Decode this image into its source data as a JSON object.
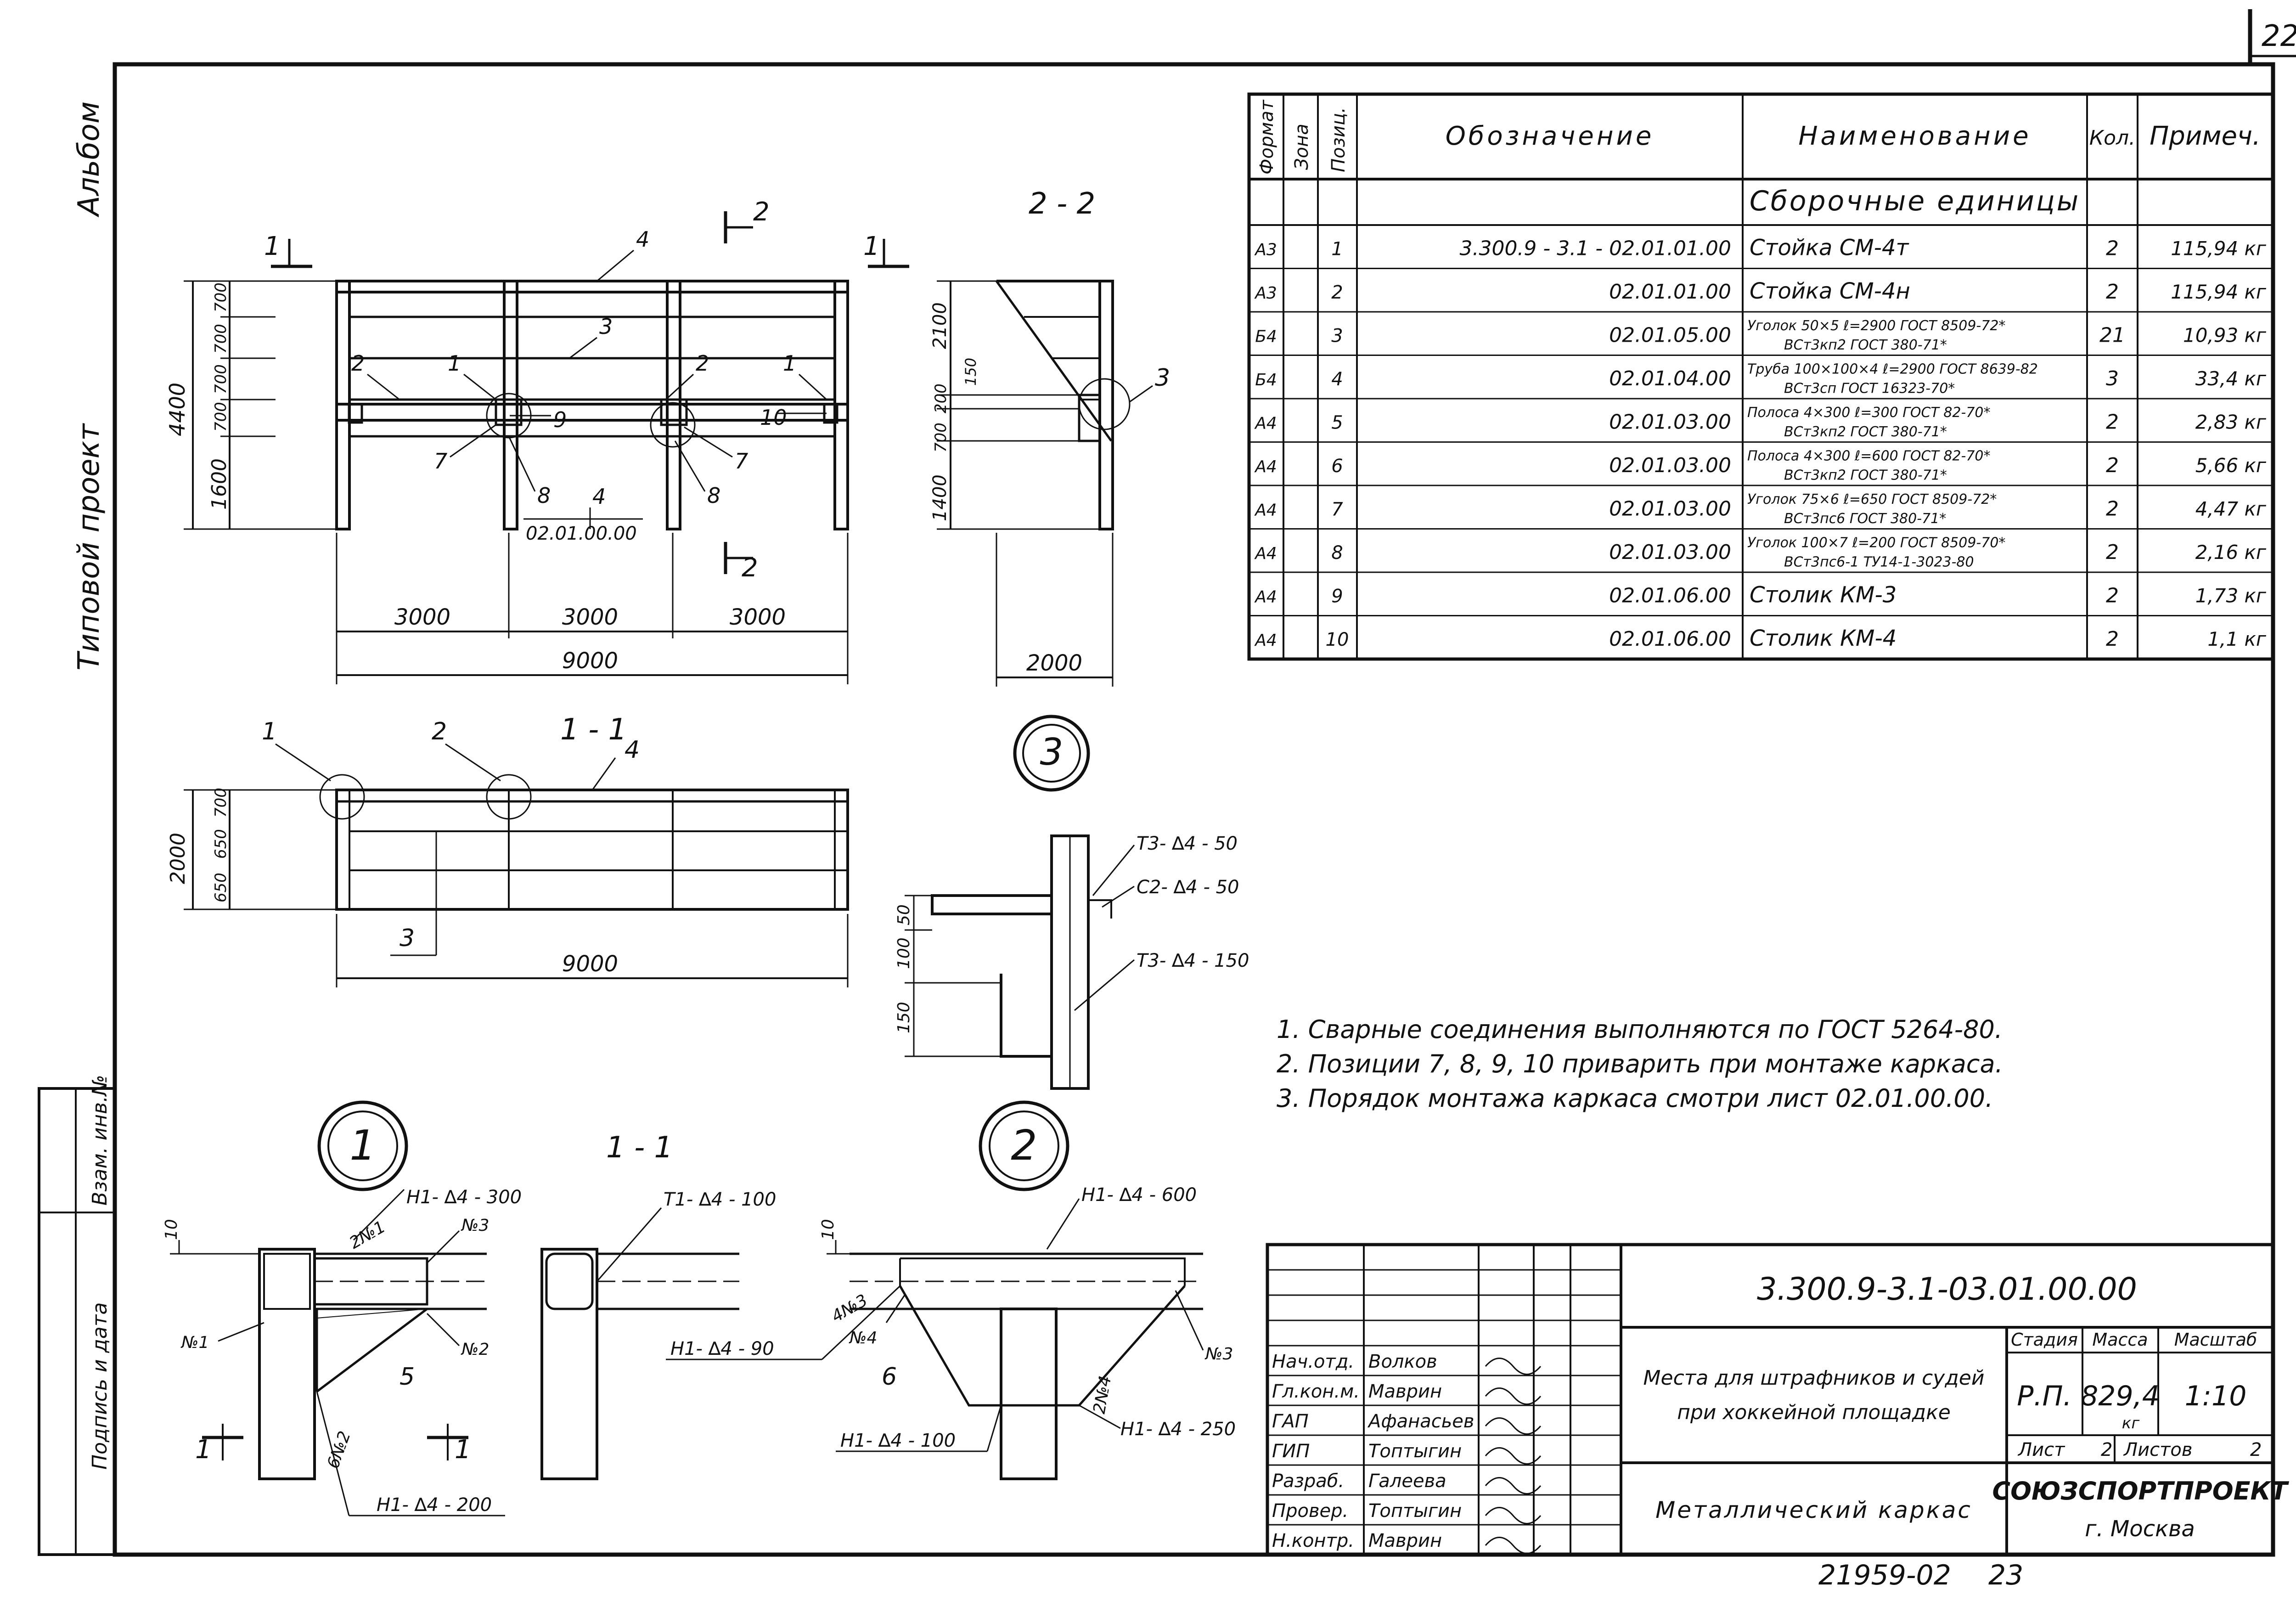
{
  "sheet": {
    "page_number": "22",
    "side_labels": [
      "Альбом",
      "Типовой проект"
    ],
    "stamp_labels": [
      "Взам. инв.№",
      "Подпись и дата"
    ],
    "footer_number": "21959-02",
    "footer_page": "23"
  },
  "spec": {
    "headers": {
      "format": "Формат",
      "zone": "Зона",
      "pos": "Позиц.",
      "designation": "Обозначение",
      "name": "Наименование",
      "qty": "Кол.",
      "note": "Примеч."
    },
    "section_title": "Сборочные единицы",
    "rows": [
      {
        "format": "А3",
        "pos": "1",
        "designation": "3.300.9 - 3.1 - 02.01.01.00",
        "name": "Стойка  СМ-4т",
        "name2": "",
        "qty": "2",
        "note": "115,94 кг"
      },
      {
        "format": "А3",
        "pos": "2",
        "designation": "02.01.01.00",
        "name": "Стойка  СМ-4н",
        "name2": "",
        "qty": "2",
        "note": "115,94 кг"
      },
      {
        "format": "Б4",
        "pos": "3",
        "designation": "02.01.05.00",
        "name": "Уголок 50×5 ℓ=2900 ГОСТ 8509-72*",
        "name2": "ВСт3кп2 ГОСТ 380-71*",
        "qty": "21",
        "note": "10,93 кг"
      },
      {
        "format": "Б4",
        "pos": "4",
        "designation": "02.01.04.00",
        "name": "Труба 100×100×4 ℓ=2900 ГОСТ 8639-82",
        "name2": "ВСт3сп  ГОСТ 16323-70*",
        "qty": "3",
        "note": "33,4 кг"
      },
      {
        "format": "А4",
        "pos": "5",
        "designation": "02.01.03.00",
        "name": "Полоса 4×300 ℓ=300 ГОСТ 82-70*",
        "name2": "ВСт3кп2 ГОСТ 380-71*",
        "qty": "2",
        "note": "2,83 кг"
      },
      {
        "format": "А4",
        "pos": "6",
        "designation": "02.01.03.00",
        "name": "Полоса 4×300 ℓ=600 ГОСТ 82-70*",
        "name2": "ВСт3кп2 ГОСТ 380-71*",
        "qty": "2",
        "note": "5,66 кг"
      },
      {
        "format": "А4",
        "pos": "7",
        "designation": "02.01.03.00",
        "name": "Уголок 75×6 ℓ=650 ГОСТ 8509-72*",
        "name2": "ВСт3пс6 ГОСТ 380-71*",
        "qty": "2",
        "note": "4,47 кг"
      },
      {
        "format": "А4",
        "pos": "8",
        "designation": "02.01.03.00",
        "name": "Уголок 100×7 ℓ=200 ГОСТ 8509-70*",
        "name2": "ВСт3пс6-1 ТУ14-1-3023-80",
        "qty": "2",
        "note": "2,16 кг"
      },
      {
        "format": "А4",
        "pos": "9",
        "designation": "02.01.06.00",
        "name": "Столик  КМ-3",
        "name2": "",
        "qty": "2",
        "note": "1,73 кг"
      },
      {
        "format": "А4",
        "pos": "10",
        "designation": "02.01.06.00",
        "name": "Столик  КМ-4",
        "name2": "",
        "qty": "2",
        "note": "1,1 кг"
      }
    ]
  },
  "notes": [
    "1. Сварные  соединения  выполняются  по ГОСТ 5264-80.",
    "2. Позиции  7, 8, 9, 10  приварить  при  монтаже  каркаса.",
    "3. Порядок  монтажа  каркаса  смотри  лист  02.01.00.00."
  ],
  "views": {
    "front": {
      "label_1_1": "1",
      "label_2_2": "2",
      "callouts": [
        "4",
        "3",
        "2",
        "1",
        "2",
        "1",
        "9",
        "10",
        "7",
        "8",
        "4",
        "8",
        "7"
      ],
      "ref": "02.01.00.00",
      "bays": [
        "3000",
        "3000",
        "3000"
      ],
      "total": "9000",
      "height_total": "4400",
      "heights": [
        "700",
        "700",
        "700",
        "700",
        "1600"
      ]
    },
    "section_2_2": {
      "title": "2 - 2",
      "dims_v": [
        "2100",
        "150",
        "200",
        "700",
        "1400"
      ],
      "width": "2000",
      "callout": "3"
    },
    "plan_1_1": {
      "title": "1 - 1",
      "callouts": [
        "1",
        "2",
        "4",
        "3"
      ],
      "depth_total": "2000",
      "depths": [
        "700",
        "650",
        "650"
      ],
      "length": "9000"
    },
    "detail_3": {
      "num": "3",
      "welds": [
        "Т3- ∆4 - 50",
        "С2- ∆4 - 50",
        "Т3- ∆4 - 150"
      ],
      "dims": [
        "50",
        "100",
        "150"
      ]
    },
    "detail_1": {
      "num": "1",
      "welds": [
        "Н1- ∆4 - 300",
        "Н1- ∆4 - 200"
      ],
      "marks": [
        "2№1",
        "№3",
        "№1",
        "№2",
        "6№2"
      ],
      "callout": "5",
      "dim": "10",
      "cut": "1"
    },
    "section_1_1": {
      "title": "1 - 1",
      "weld": "Т1- ∆4 - 100"
    },
    "detail_2": {
      "num": "2",
      "welds": [
        "Н1- ∆4 - 600",
        "Н1- ∆4 - 90",
        "Н1- ∆4 - 100",
        "Н1- ∆4 - 250"
      ],
      "marks": [
        "4№3",
        "№4",
        "№3",
        "2№4"
      ],
      "callout": "6",
      "dim": "10"
    }
  },
  "title_block": {
    "doc_number": "3.300.9-3.1-03.01.00.00",
    "title": [
      "Места для штрафников и судей",
      "при хоккейной площадке"
    ],
    "drawing_name": "Металлический каркас",
    "stage_label": "Стадия",
    "mass_label": "Масса",
    "scale_label": "Масштаб",
    "stage": "Р.П.",
    "mass": "829,4",
    "mass_unit": "кг",
    "scale": "1:10",
    "sheet_label": "Лист",
    "sheet": "2",
    "sheets_label": "Листов",
    "sheets": "2",
    "org": "СОЮЗСПОРТПРОЕКТ",
    "city": "г. Москва",
    "roles": [
      {
        "role": "Нач.отд.",
        "name": "Волков"
      },
      {
        "role": "Гл.кон.м.",
        "name": "Маврин"
      },
      {
        "role": "ГАП",
        "name": "Афанасьев"
      },
      {
        "role": "ГИП",
        "name": "Топтыгин"
      },
      {
        "role": "Разраб.",
        "name": "Галеева"
      },
      {
        "role": "Провер.",
        "name": "Топтыгин"
      },
      {
        "role": "Н.контр.",
        "name": "Маврин"
      }
    ]
  }
}
